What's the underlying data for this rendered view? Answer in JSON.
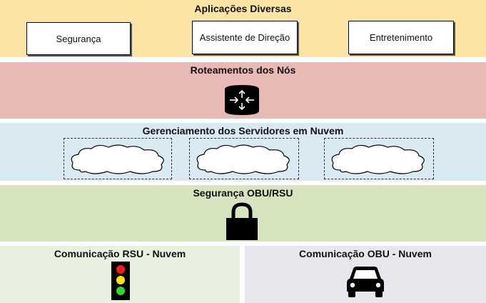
{
  "layers": {
    "applications": {
      "title": "Aplicações Diversas",
      "color": "#fbe4a4",
      "boxes": [
        "Segurança",
        "Assistente de Direção",
        "Entretenimento"
      ]
    },
    "routing": {
      "title": "Roteamentos dos Nós",
      "color": "#e8b9b5",
      "icon": "router-icon"
    },
    "cloud": {
      "title": "Gerenciamento dos Servidores em Nuvem",
      "color": "#d9eaf2",
      "icon": "cloud-icon"
    },
    "security": {
      "title": "Segurança OBU/RSU",
      "color": "#d6e4c0",
      "icon": "lock-icon"
    },
    "rsu": {
      "title": "Comunicação RSU - Nuvem",
      "color": "#e9f0e0",
      "icon": "traffic-light-icon"
    },
    "obu": {
      "title": "Comunicação OBU - Nuvem",
      "color": "#e9e6ee",
      "icon": "car-icon"
    }
  }
}
